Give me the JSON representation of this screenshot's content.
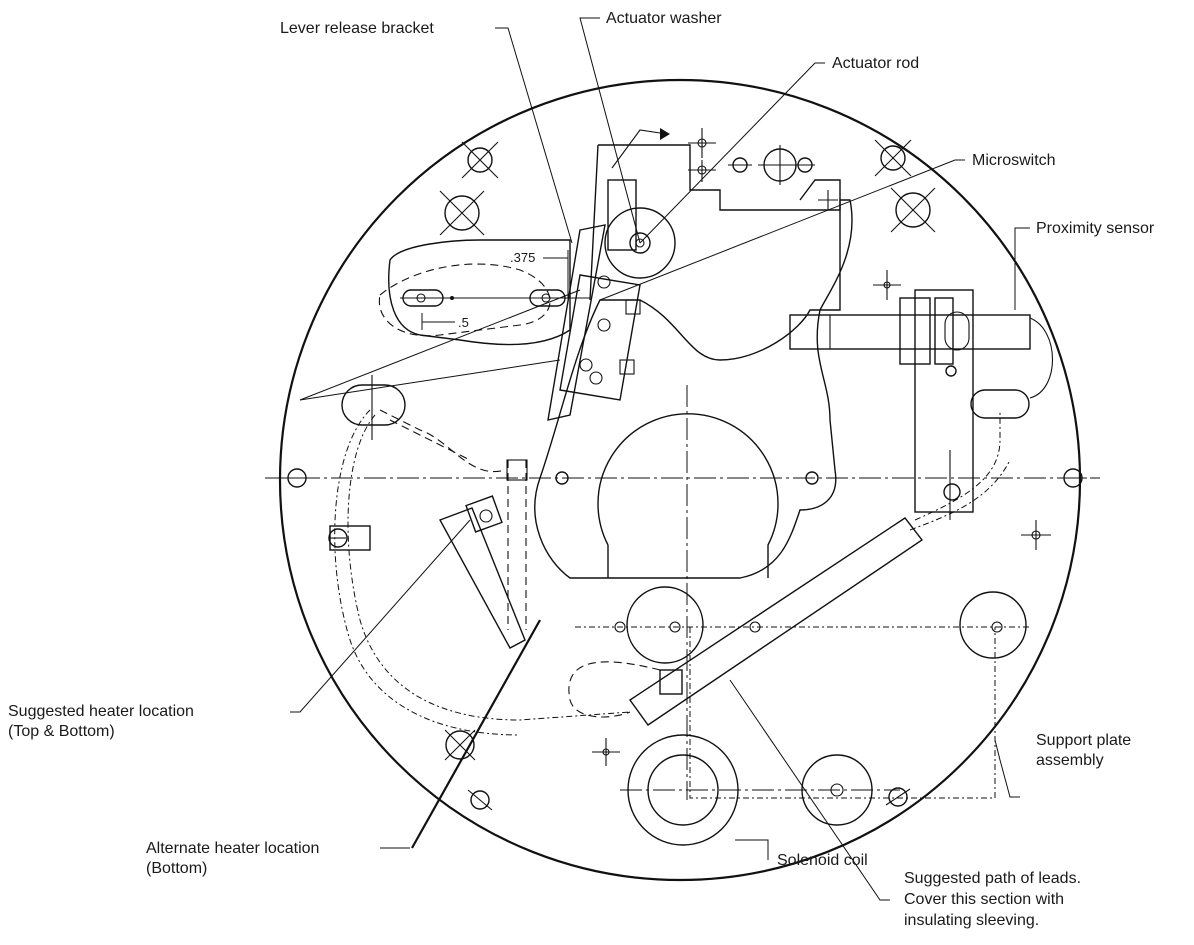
{
  "labels": {
    "lever_release_bracket": "Lever release bracket",
    "actuator_washer": "Actuator washer",
    "actuator_rod": "Actuator rod",
    "microswitch": "Microswitch",
    "proximity_sensor": "Proximity sensor",
    "suggested_heater_line1": "Suggested heater location",
    "suggested_heater_line2": "(Top & Bottom)",
    "support_plate_line1": "Support plate",
    "support_plate_line2": "assembly",
    "solenoid_coil": "Solenoid coil",
    "alternate_heater_line1": "Alternate heater location",
    "alternate_heater_line2": "(Bottom)",
    "leads_line1": "Suggested path of leads.",
    "leads_line2": "Cover this section with",
    "leads_line3": "insulating sleeving."
  },
  "dimensions": {
    "dim_375": ".375",
    "dim_5": ".5"
  }
}
